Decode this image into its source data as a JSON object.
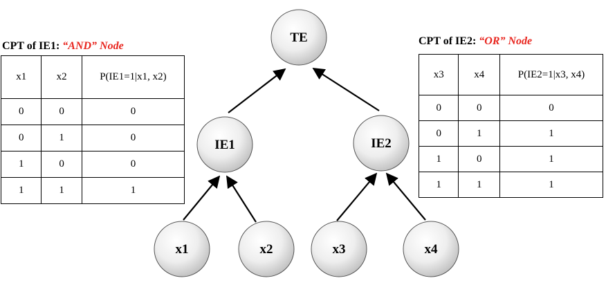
{
  "cpt1": {
    "title_prefix": "CPT of IE1: ",
    "title_kind": "“AND” Node",
    "headers": [
      "x1",
      "x2",
      "P(IE1=1|x1, x2)"
    ],
    "rows": [
      [
        "0",
        "0",
        "0"
      ],
      [
        "0",
        "1",
        "0"
      ],
      [
        "1",
        "0",
        "0"
      ],
      [
        "1",
        "1",
        "1"
      ]
    ]
  },
  "cpt2": {
    "title_prefix": "CPT of IE2: ",
    "title_kind": "“OR” Node",
    "headers": [
      "x3",
      "x4",
      "P(IE2=1|x3, x4)"
    ],
    "rows": [
      [
        "0",
        "0",
        "0"
      ],
      [
        "0",
        "1",
        "1"
      ],
      [
        "1",
        "0",
        "1"
      ],
      [
        "1",
        "1",
        "1"
      ]
    ]
  },
  "nodes": {
    "te": "TE",
    "ie1": "IE1",
    "ie2": "IE2",
    "x1": "x1",
    "x2": "x2",
    "x3": "x3",
    "x4": "x4"
  },
  "colors": {
    "accent": "#e8251e",
    "node_fill_light": "#ffffff",
    "node_fill_dark": "#bdbdbd"
  }
}
